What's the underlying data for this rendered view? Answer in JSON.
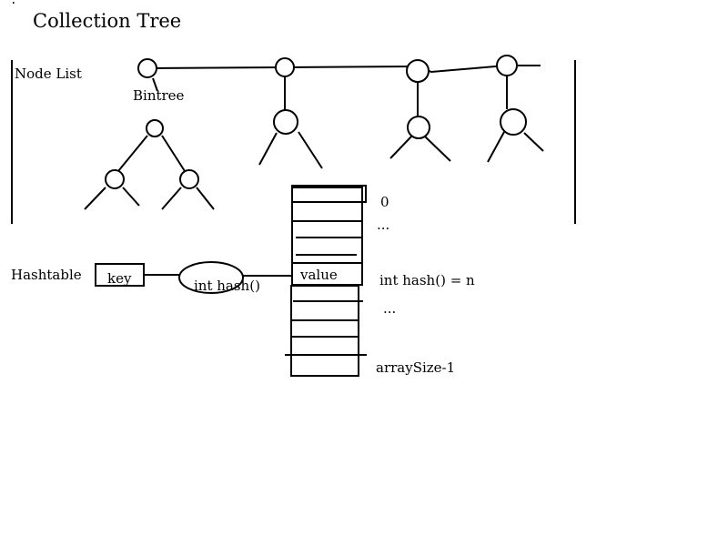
{
  "title": "Collection Tree",
  "node_list_label": "Node List",
  "bintree_label": "Bintree",
  "hashtable_label": "Hashtable",
  "key_label": "key",
  "hash_function_label": "int hash()",
  "value_label": "value",
  "index_zero": "0",
  "ellipsis_top": "...",
  "hash_index_label": "int hash() = n",
  "ellipsis_bottom": "...",
  "last_index_label": "arraySize-1"
}
